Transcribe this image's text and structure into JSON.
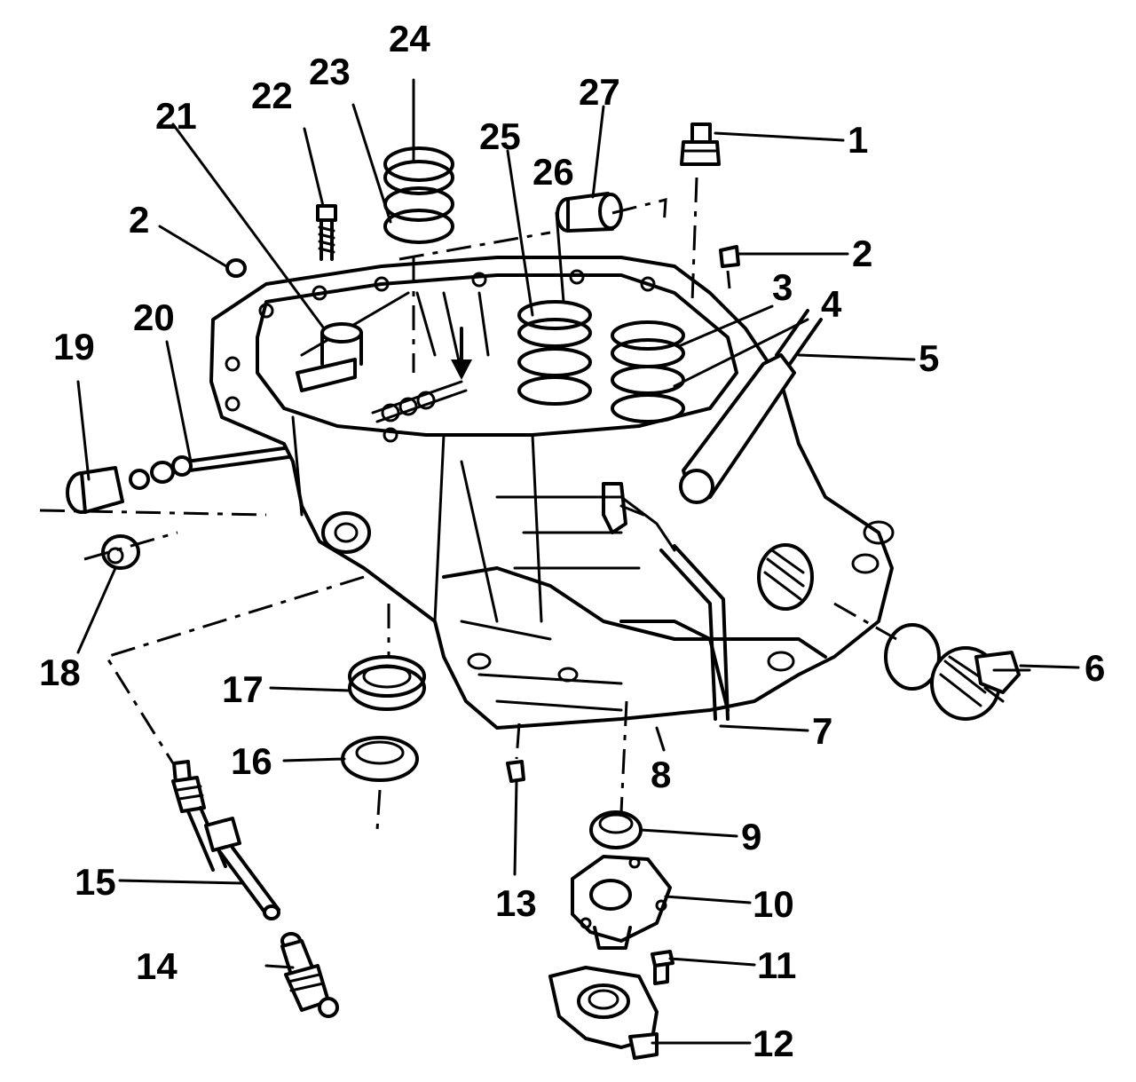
{
  "callouts": [
    "1",
    "2",
    "2",
    "3",
    "4",
    "5",
    "6",
    "7",
    "8",
    "9",
    "10",
    "11",
    "12",
    "13",
    "14",
    "15",
    "16",
    "17",
    "18",
    "19",
    "20",
    "21",
    "22",
    "23",
    "24",
    "25",
    "26",
    "27"
  ],
  "colors": {
    "ink": "#000000",
    "paper": "#ffffff"
  }
}
